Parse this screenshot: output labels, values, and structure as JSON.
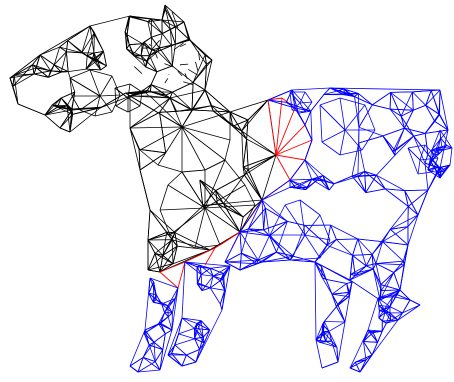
{
  "figure": {
    "subject": "horse",
    "regions": [
      {
        "name": "front-mesh",
        "color": "#000000"
      },
      {
        "name": "seam-triangles",
        "color": "#ff0000"
      },
      {
        "name": "rear-mesh",
        "color": "#0000ff"
      }
    ]
  }
}
